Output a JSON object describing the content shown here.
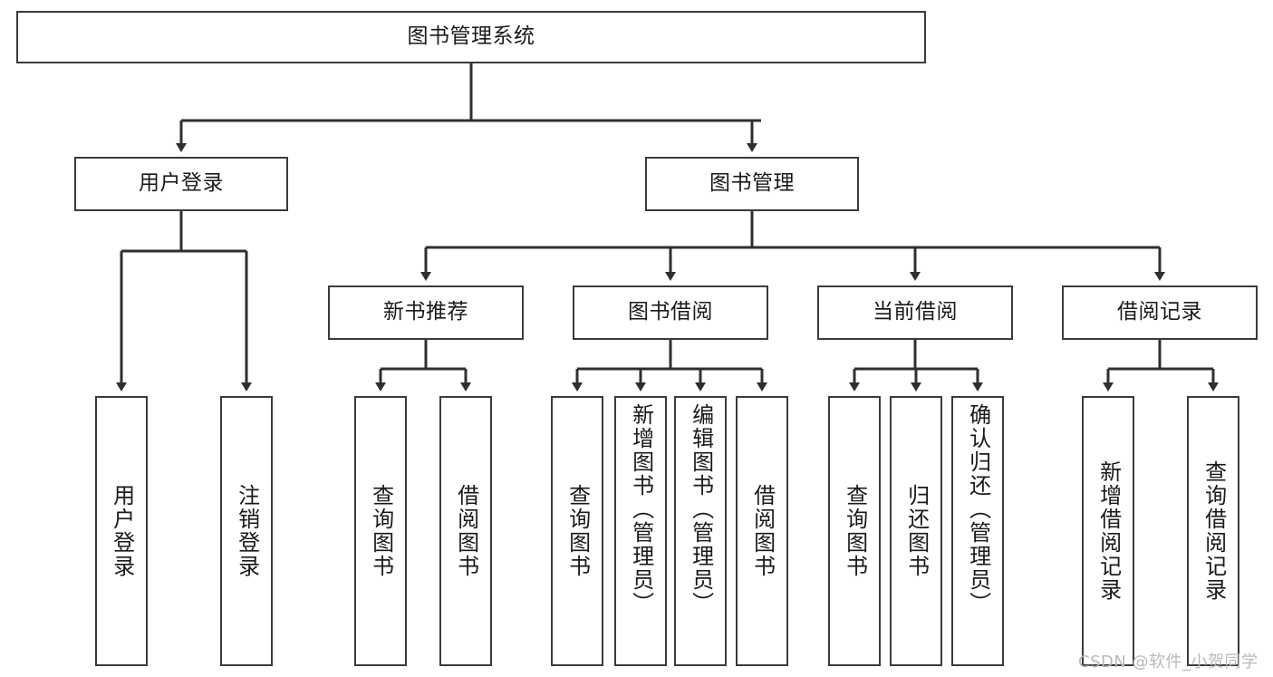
{
  "diagram": {
    "type": "tree",
    "title": "图书管理系统",
    "root": {
      "label": "图书管理系统"
    },
    "level2": [
      {
        "label": "用户登录"
      },
      {
        "label": "图书管理"
      }
    ],
    "level3": [
      {
        "label": "新书推荐"
      },
      {
        "label": "图书借阅"
      },
      {
        "label": "当前借阅"
      },
      {
        "label": "借阅记录"
      }
    ],
    "leaves": {
      "user_login": [
        {
          "label": "用户登录"
        },
        {
          "label": "注销登录"
        }
      ],
      "new_book": [
        {
          "label": "查询图书"
        },
        {
          "label": "借阅图书"
        }
      ],
      "book_borrow": [
        {
          "label": "查询图书"
        },
        {
          "label": "新增图书（管理员）"
        },
        {
          "label": "编辑图书（管理员）"
        },
        {
          "label": "借阅图书"
        }
      ],
      "current_borrow": [
        {
          "label": "查询图书"
        },
        {
          "label": "归还图书"
        },
        {
          "label": "确认归还（管理员）"
        }
      ],
      "borrow_record": [
        {
          "label": "新增借阅记录"
        },
        {
          "label": "查询借阅记录"
        }
      ]
    }
  },
  "watermark": {
    "text": "CSDN @软件_小贺同学"
  },
  "colors": {
    "stroke": "#3b3b3b",
    "fill": "#ffffff",
    "text": "#1a1a1a",
    "watermark": "#b9b9b9"
  }
}
